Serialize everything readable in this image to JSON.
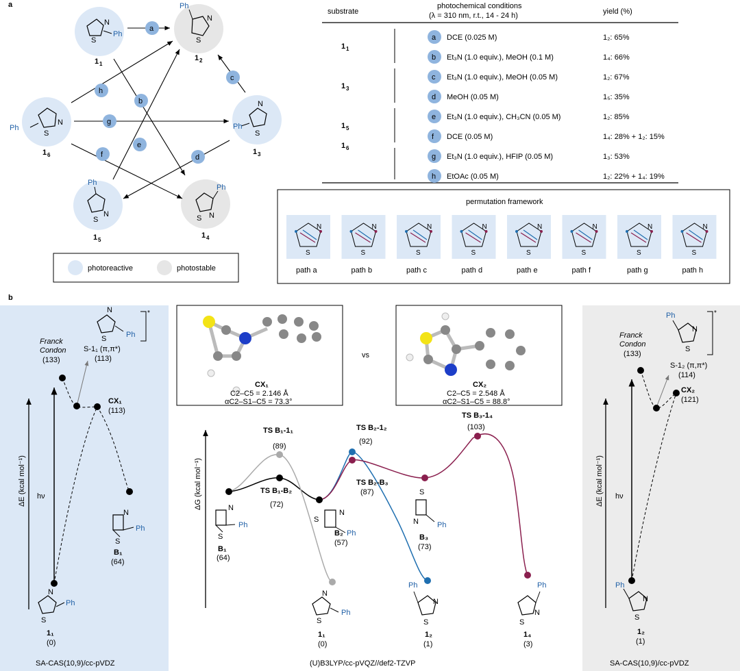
{
  "panel_a": {
    "label": "a",
    "compounds": {
      "c1": {
        "num": "1",
        "sub": "1"
      },
      "c2": {
        "num": "1",
        "sub": "2"
      },
      "c3": {
        "num": "1",
        "sub": "3"
      },
      "c4": {
        "num": "1",
        "sub": "4"
      },
      "c5": {
        "num": "1",
        "sub": "5"
      },
      "c6": {
        "num": "1",
        "sub": "6"
      }
    },
    "arrow_labels": [
      "a",
      "b",
      "c",
      "d",
      "e",
      "f",
      "g",
      "h"
    ],
    "legend": {
      "photoreactive": "photoreactive",
      "photostable": "photostable"
    },
    "table": {
      "col_substrate": "substrate",
      "col_conditions_1": "photochemical conditions",
      "col_conditions_2": "(λ = 310 nm, r.t., 14 - 24 h)",
      "col_yield": "yield (%)",
      "rows": [
        {
          "substrate": "1",
          "sub": "1",
          "path": "a",
          "cond": "DCE (0.025 M)",
          "yield": "1₂: 65%"
        },
        {
          "substrate": "",
          "sub": "",
          "path": "b",
          "cond": "Et₃N (1.0 equiv.), MeOH (0.1 M)",
          "yield": "1₄: 66%"
        },
        {
          "substrate": "1",
          "sub": "3",
          "path": "c",
          "cond": "Et₃N (1.0 equiv.), MeOH (0.05 M)",
          "yield": "1₂: 67%"
        },
        {
          "substrate": "",
          "sub": "",
          "path": "d",
          "cond": "MeOH (0.05 M)",
          "yield": "1₅: 35%"
        },
        {
          "substrate": "1",
          "sub": "5",
          "path": "e",
          "cond": "Et₃N (1.0 equiv.), CH₃CN (0.05 M)",
          "yield": "1₂: 85%"
        },
        {
          "substrate": "1",
          "sub": "6",
          "path": "f",
          "cond": "DCE (0.05 M)",
          "yield": "1₄: 28% + 1₂: 15%"
        },
        {
          "substrate": "",
          "sub": "",
          "path": "g",
          "cond": "Et₃N (1.0 equiv.), HFIP (0.05 M)",
          "yield": "1₃: 53%"
        },
        {
          "substrate": "",
          "sub": "",
          "path": "h",
          "cond": "EtOAc (0.05 M)",
          "yield": "1₂: 22% + 1₄: 19%"
        }
      ]
    },
    "permutation": {
      "title": "permutation framework",
      "paths": [
        "path a",
        "path b",
        "path c",
        "path d",
        "path e",
        "path f",
        "path g",
        "path h"
      ]
    }
  },
  "panel_b": {
    "label": "b",
    "left": {
      "footer": "SA-CAS(10,9)/cc-pVDZ",
      "yaxis": "ΔE (kcal mol⁻¹)",
      "hv": "hν",
      "fc_1": "Franck",
      "fc_2": "Condon",
      "fc_val": "(133)",
      "s1_label": "S-1₁ (π,π*)",
      "s1_val": "(113)",
      "cx_label": "CX₁",
      "cx_val": "(113)",
      "b1_label": "B₁",
      "b1_val": "(64)",
      "start_label": "1₁",
      "start_val": "(0)"
    },
    "right": {
      "footer": "SA-CAS(10,9)/cc-pVDZ",
      "yaxis": "ΔE (kcal mol⁻¹)",
      "hv": "hν",
      "fc_1": "Franck",
      "fc_2": "Condon",
      "fc_val": "(133)",
      "s1_label": "S-1₂ (π,π*)",
      "s1_val": "(114)",
      "cx_label": "CX₂",
      "cx_val": "(121)",
      "start_label": "1₂",
      "start_val": "(1)"
    },
    "cx1_box": {
      "name": "CX₁",
      "line1": "C2–C5 = 2.146 Å",
      "line2": "αC2–S1–C5 = 73.3°"
    },
    "cx2_box": {
      "name": "CX₂",
      "line1": "C2–C5 = 2.548 Å",
      "line2": "αC2–S1–C5 = 88.8°"
    },
    "vs": "vs",
    "middle": {
      "footer": "(U)B3LYP/cc-pVQZ//def2-TZVP",
      "yaxis": "ΔG (kcal mol⁻¹)",
      "ts_b1_11": "TS B₁-1₁",
      "ts_b1_11_val": "(89)",
      "ts_b1_b2": "TS B₁-B₂",
      "ts_b1_b2_val": "(72)",
      "ts_b2_12": "TS B₂-1₂",
      "ts_b2_12_val": "(92)",
      "ts_b2_b3": "TS B₂-B₃",
      "ts_b2_b3_val": "(87)",
      "ts_b3_14": "TS B₃-1₄",
      "ts_b3_14_val": "(103)",
      "b1": "B₁",
      "b1_val": "(64)",
      "b2": "B₂",
      "b2_val": "(57)",
      "b3": "B₃",
      "b3_val": "(73)",
      "p11": "1₁",
      "p11_val": "(0)",
      "p12": "1₂",
      "p12_val": "(1)",
      "p14": "1₄",
      "p14_val": "(3)"
    },
    "colors": {
      "blue": "#1f6fb0",
      "grey": "#aaaaaa",
      "maroon": "#8a1f4e",
      "panel_blue": "#dce8f6",
      "panel_grey": "#ececec"
    }
  }
}
